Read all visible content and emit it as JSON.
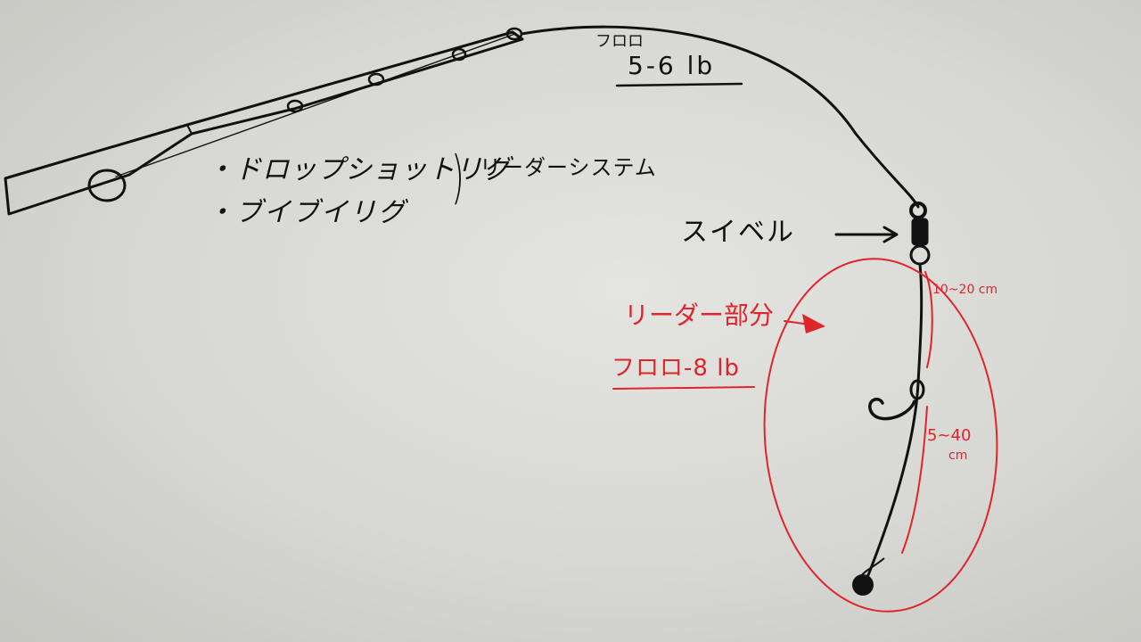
{
  "main_line": {
    "type": "フロロ",
    "weight": "5-6 lb"
  },
  "rigs": [
    "・ドロップショットリグ",
    "・ブイブイリグ"
  ],
  "group_brace": ")",
  "group_label": "リーダーシステム",
  "swivel": {
    "label": "スイベル"
  },
  "leader": {
    "label": "リーダー部分",
    "type_weight": "フロロ-8 lb"
  },
  "distances": {
    "swivel_to_hook": "10~20 cm",
    "hook_to_sinker": "5~40",
    "hook_to_sinker_unit": "cm"
  },
  "colors": {
    "ink": "#111111",
    "annotation": "#e0242b",
    "paper": "#dcdcd8"
  }
}
